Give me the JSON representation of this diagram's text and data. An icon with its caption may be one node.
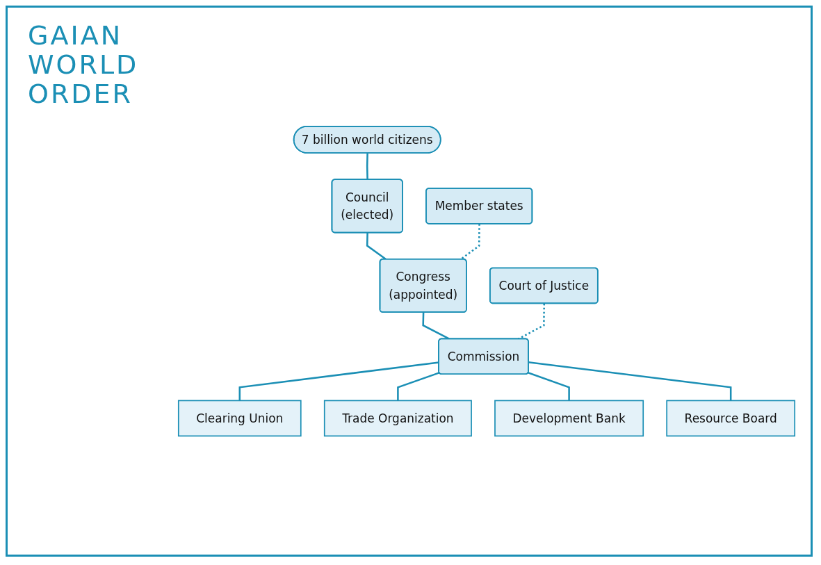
{
  "diagram": {
    "title": "GAIAN WORLD ORDER",
    "nodes": [
      {
        "text": [
          "7 billion world citizens"
        ]
      },
      {
        "text": [
          "Council",
          "(elected)"
        ]
      },
      {
        "text": [
          "Congress",
          "(appointed)"
        ]
      },
      {
        "text": [
          "Member states"
        ]
      },
      {
        "text": [
          "Court of Justice"
        ]
      },
      {
        "text": [
          "Commission"
        ]
      },
      {
        "text": [
          "Clearing Union"
        ]
      },
      {
        "text": [
          "Trade Organization"
        ]
      },
      {
        "text": [
          "Development Bank"
        ]
      },
      {
        "text": [
          "Resource Board"
        ]
      }
    ],
    "edges": [
      {
        "from": 0,
        "to": 1,
        "arrow": "none"
      },
      {
        "from": 1,
        "to": 2,
        "arrow": "none"
      },
      {
        "from": 2,
        "to": 3,
        "arrow": "none",
        "style": "dashed"
      },
      {
        "from": 2,
        "to": 5,
        "arrow": "none"
      },
      {
        "from": 5,
        "to": 4,
        "arrow": "none",
        "style": "dashed"
      },
      {
        "from": 5,
        "to": 6,
        "arrow": "none"
      },
      {
        "from": 5,
        "to": 7,
        "arrow": "none"
      },
      {
        "from": 5,
        "to": 8,
        "arrow": "none"
      },
      {
        "from": 5,
        "to": 9,
        "arrow": "none"
      }
    ]
  }
}
